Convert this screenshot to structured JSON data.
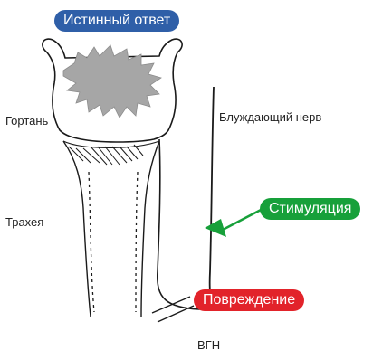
{
  "labels": {
    "true_answer": "Истинный ответ",
    "larynx": "Гортань",
    "vagus_nerve": "Блуждающий нерв",
    "trachea": "Трахея",
    "stimulation": "Стимуляция",
    "injury": "Повреждение",
    "rln": "ВГН"
  },
  "colors": {
    "true_answer_pill": "#2f5fa8",
    "stimulation_pill": "#17a03a",
    "injury_pill": "#e2232a",
    "stimulation_arrow": "#17a03a",
    "signal_burst": "#a6a6a6",
    "ink": "#1a1a1a"
  },
  "icons": {
    "stimulation_arrow": "arrow-left-icon",
    "signal_burst": "burst-icon"
  }
}
